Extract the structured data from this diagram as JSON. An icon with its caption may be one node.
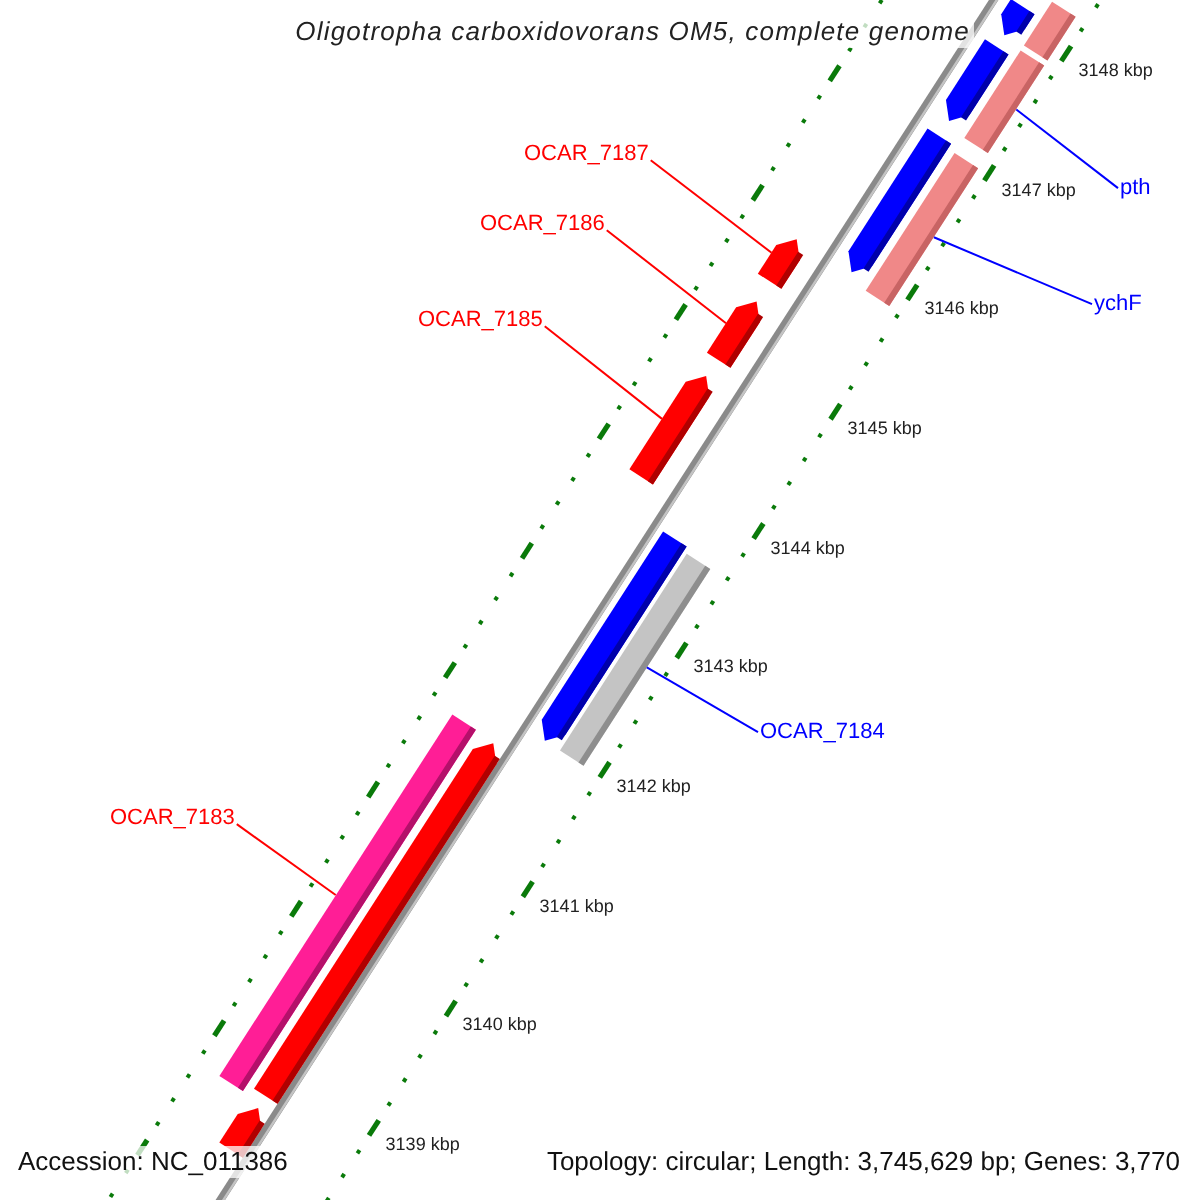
{
  "diagram": {
    "nodes": [
      {
        "text": [
          "OCAR_7187"
        ]
      },
      {
        "text": [
          "pth"
        ]
      },
      {
        "text": [
          "OCAR_7186"
        ]
      },
      {
        "text": [
          "ychF"
        ]
      },
      {
        "text": [
          "OCAR_7185"
        ]
      },
      {
        "text": [
          "OCAR_7184"
        ]
      },
      {
        "text": [
          "OCAR_7183"
        ]
      },
      {
        "text": [],
        "shape": "bar"
      },
      {
        "text": [],
        "shape": "bar"
      },
      {
        "text": [],
        "shape": "bar"
      },
      {
        "text": [],
        "shape": "bar"
      },
      {
        "text": [],
        "shape": "bar"
      },
      {
        "text": [],
        "shape": "bar"
      },
      {
        "text": [],
        "shape": "bar"
      },
      {
        "text": [],
        "shape": "bar"
      },
      {
        "text": [],
        "shape": "bar"
      },
      {
        "text": [],
        "shape": "bar"
      },
      {
        "text": [],
        "shape": "bar"
      },
      {
        "text": [],
        "shape": "bar"
      },
      {
        "text": [],
        "shape": "bar"
      },
      {
        "text": [],
        "shape": "bar"
      }
    ],
    "edges": [
      {
        "from": 0,
        "to": 13,
        "arrow": "none"
      },
      {
        "from": 1,
        "to": 10,
        "arrow": "none",
        "color": "#0000ff"
      },
      {
        "from": 2,
        "to": 14,
        "arrow": "none"
      },
      {
        "from": 3,
        "to": 12,
        "arrow": "none",
        "color": "#0000ff"
      },
      {
        "from": 4,
        "to": 15,
        "arrow": "none"
      },
      {
        "from": 5,
        "to": 17,
        "arrow": "none",
        "color": "#0000ff"
      },
      {
        "from": 6,
        "to": 18,
        "arrow": "none"
      }
    ],
    "labels": [
      "Oligotropha carboxidovorans OM5, complete genome",
      "3148 kbp",
      "3147 kbp",
      "3146 kbp",
      "3145 kbp",
      "3144 kbp",
      "3143 kbp",
      "3142 kbp",
      "3141 kbp",
      "3140 kbp",
      "3139 kbp",
      "Accession: NC_011386",
      "Topology: circular; Length: 3,745,629 bp; Genes: 3,770"
    ]
  }
}
